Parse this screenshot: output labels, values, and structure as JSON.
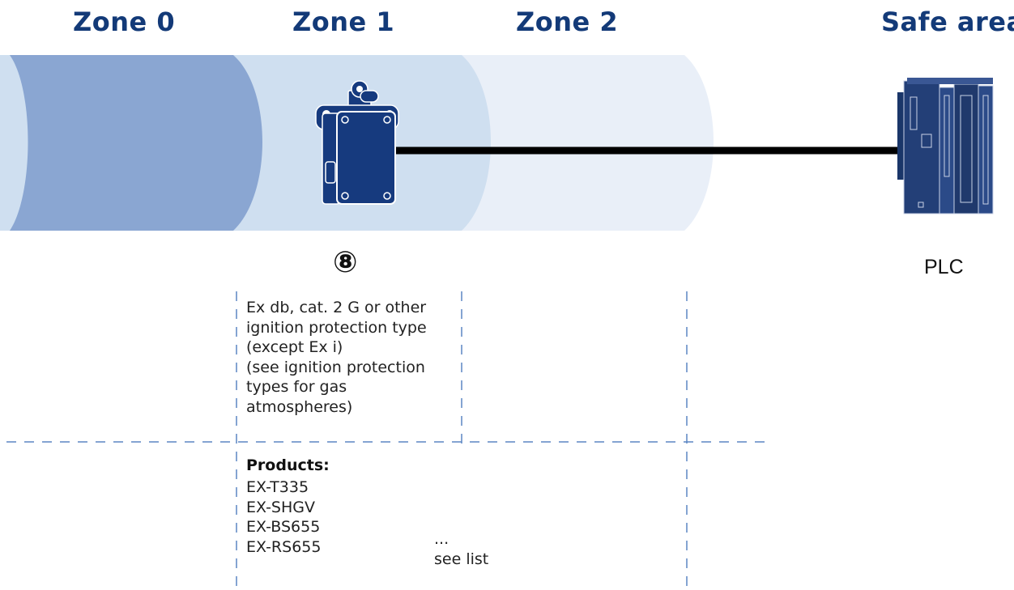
{
  "zones": {
    "zone0": "Zone 0",
    "zone1": "Zone 1",
    "zone2": "Zone 2",
    "safe_area": "Safe area"
  },
  "colors": {
    "title": "#133a78",
    "zone0_band": "#8aa6d2",
    "zone1_band": "#cfdff0",
    "zone2_band": "#e9eff8",
    "device": "#163a7e",
    "dashed_lines": "#5b86c4"
  },
  "device": {
    "marker": "⑧",
    "icon": "position-switch-icon"
  },
  "plc": {
    "label": "PLC",
    "icon": "plc-icon"
  },
  "description": {
    "lines": [
      "Ex db, cat. 2 G or other",
      "ignition protection type",
      "(except Ex i)",
      "(see ignition protection",
      "types for gas",
      "atmospheres)"
    ]
  },
  "products": {
    "heading": "Products:",
    "items": [
      "EX-T335",
      "EX-SHGV",
      "EX-BS655",
      "EX-RS655"
    ],
    "more": "...",
    "see_list": "see list"
  }
}
